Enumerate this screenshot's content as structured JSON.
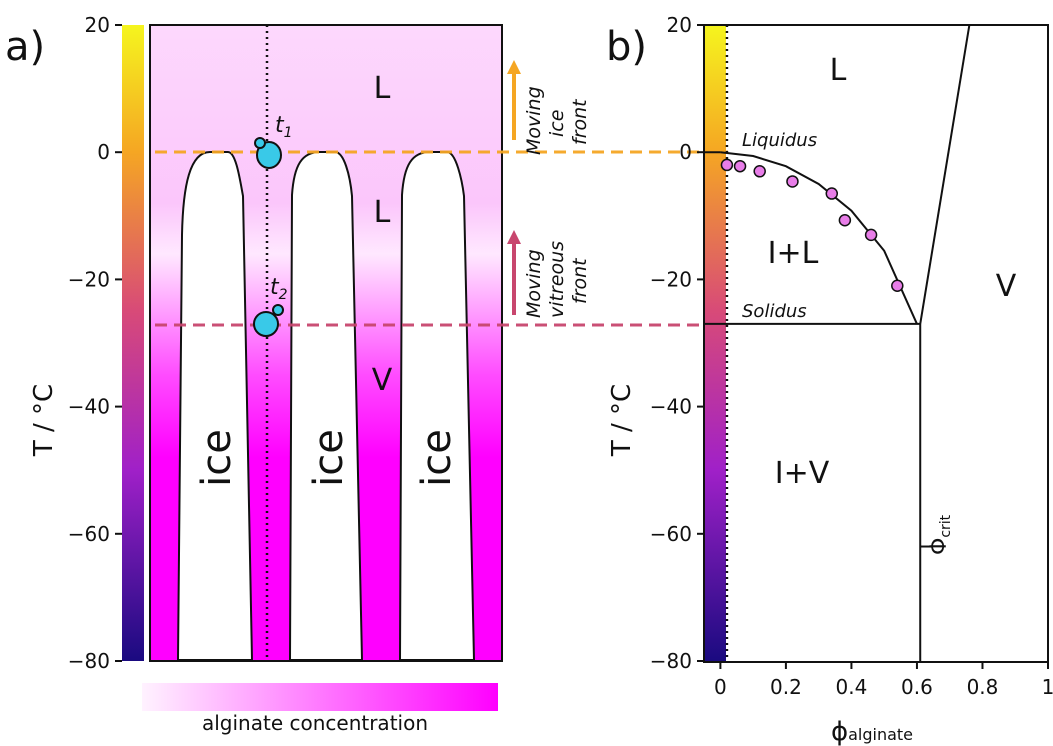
{
  "figure": {
    "panel_a_label": "a)",
    "panel_b_label": "b)",
    "a_axis_title": "T / °C",
    "a_ticks": [
      "20",
      "0",
      "−20",
      "−40",
      "−60",
      "−80"
    ],
    "a_regions": {
      "liquid_top": "L",
      "liquid_mid": "L",
      "vitreous": "V"
    },
    "ice_label": "ice",
    "t1": "t",
    "t1_sub": "1",
    "t2": "t",
    "t2_sub": "2",
    "front_ice": [
      "Moving",
      "ice",
      "front"
    ],
    "front_vitreous": [
      "Moving",
      "vitreous",
      "front"
    ],
    "concentration_label": "alginate concentration",
    "colors": {
      "magenta": "#ff00ff",
      "ice_front": "#f5a623",
      "vitreous_front": "#c8466e",
      "particle": "#39c9e8",
      "dots": "#e87de8"
    }
  },
  "chart_data": {
    "type": "scatter",
    "title": "",
    "ylabel": "T / °C",
    "xlabel_main": "ϕ",
    "xlabel_sub": "alginate",
    "xlim": [
      -0.05,
      1.0
    ],
    "ylim": [
      -80,
      20
    ],
    "xticks": [
      "0",
      "0.2",
      "0.4",
      "0.6",
      "0.8",
      "1"
    ],
    "yticks": [
      "20",
      "0",
      "−20",
      "−40",
      "−60",
      "−80"
    ],
    "points": [
      {
        "x": 0.02,
        "y": -2
      },
      {
        "x": 0.06,
        "y": -2.2
      },
      {
        "x": 0.12,
        "y": -3
      },
      {
        "x": 0.22,
        "y": -4.6
      },
      {
        "x": 0.34,
        "y": -6.5
      },
      {
        "x": 0.38,
        "y": -10.7
      },
      {
        "x": 0.46,
        "y": -13
      },
      {
        "x": 0.54,
        "y": -21
      }
    ],
    "liquidus": [
      [
        0,
        0
      ],
      [
        0.1,
        -0.6
      ],
      [
        0.2,
        -2.2
      ],
      [
        0.3,
        -5
      ],
      [
        0.4,
        -9.2
      ],
      [
        0.5,
        -15.5
      ],
      [
        0.6,
        -27
      ]
    ],
    "solidus_T": -27,
    "phi_crit": 0.61,
    "right_boundary": [
      [
        0.61,
        -27
      ],
      [
        0.76,
        20
      ]
    ],
    "labels": {
      "liquidus": "Liquidus",
      "solidus": "Solidus",
      "L": "L",
      "IL": "I+L",
      "V": "V",
      "IV": "I+V",
      "phi_crit_main": "Φ",
      "phi_crit_sub": "crit"
    }
  }
}
